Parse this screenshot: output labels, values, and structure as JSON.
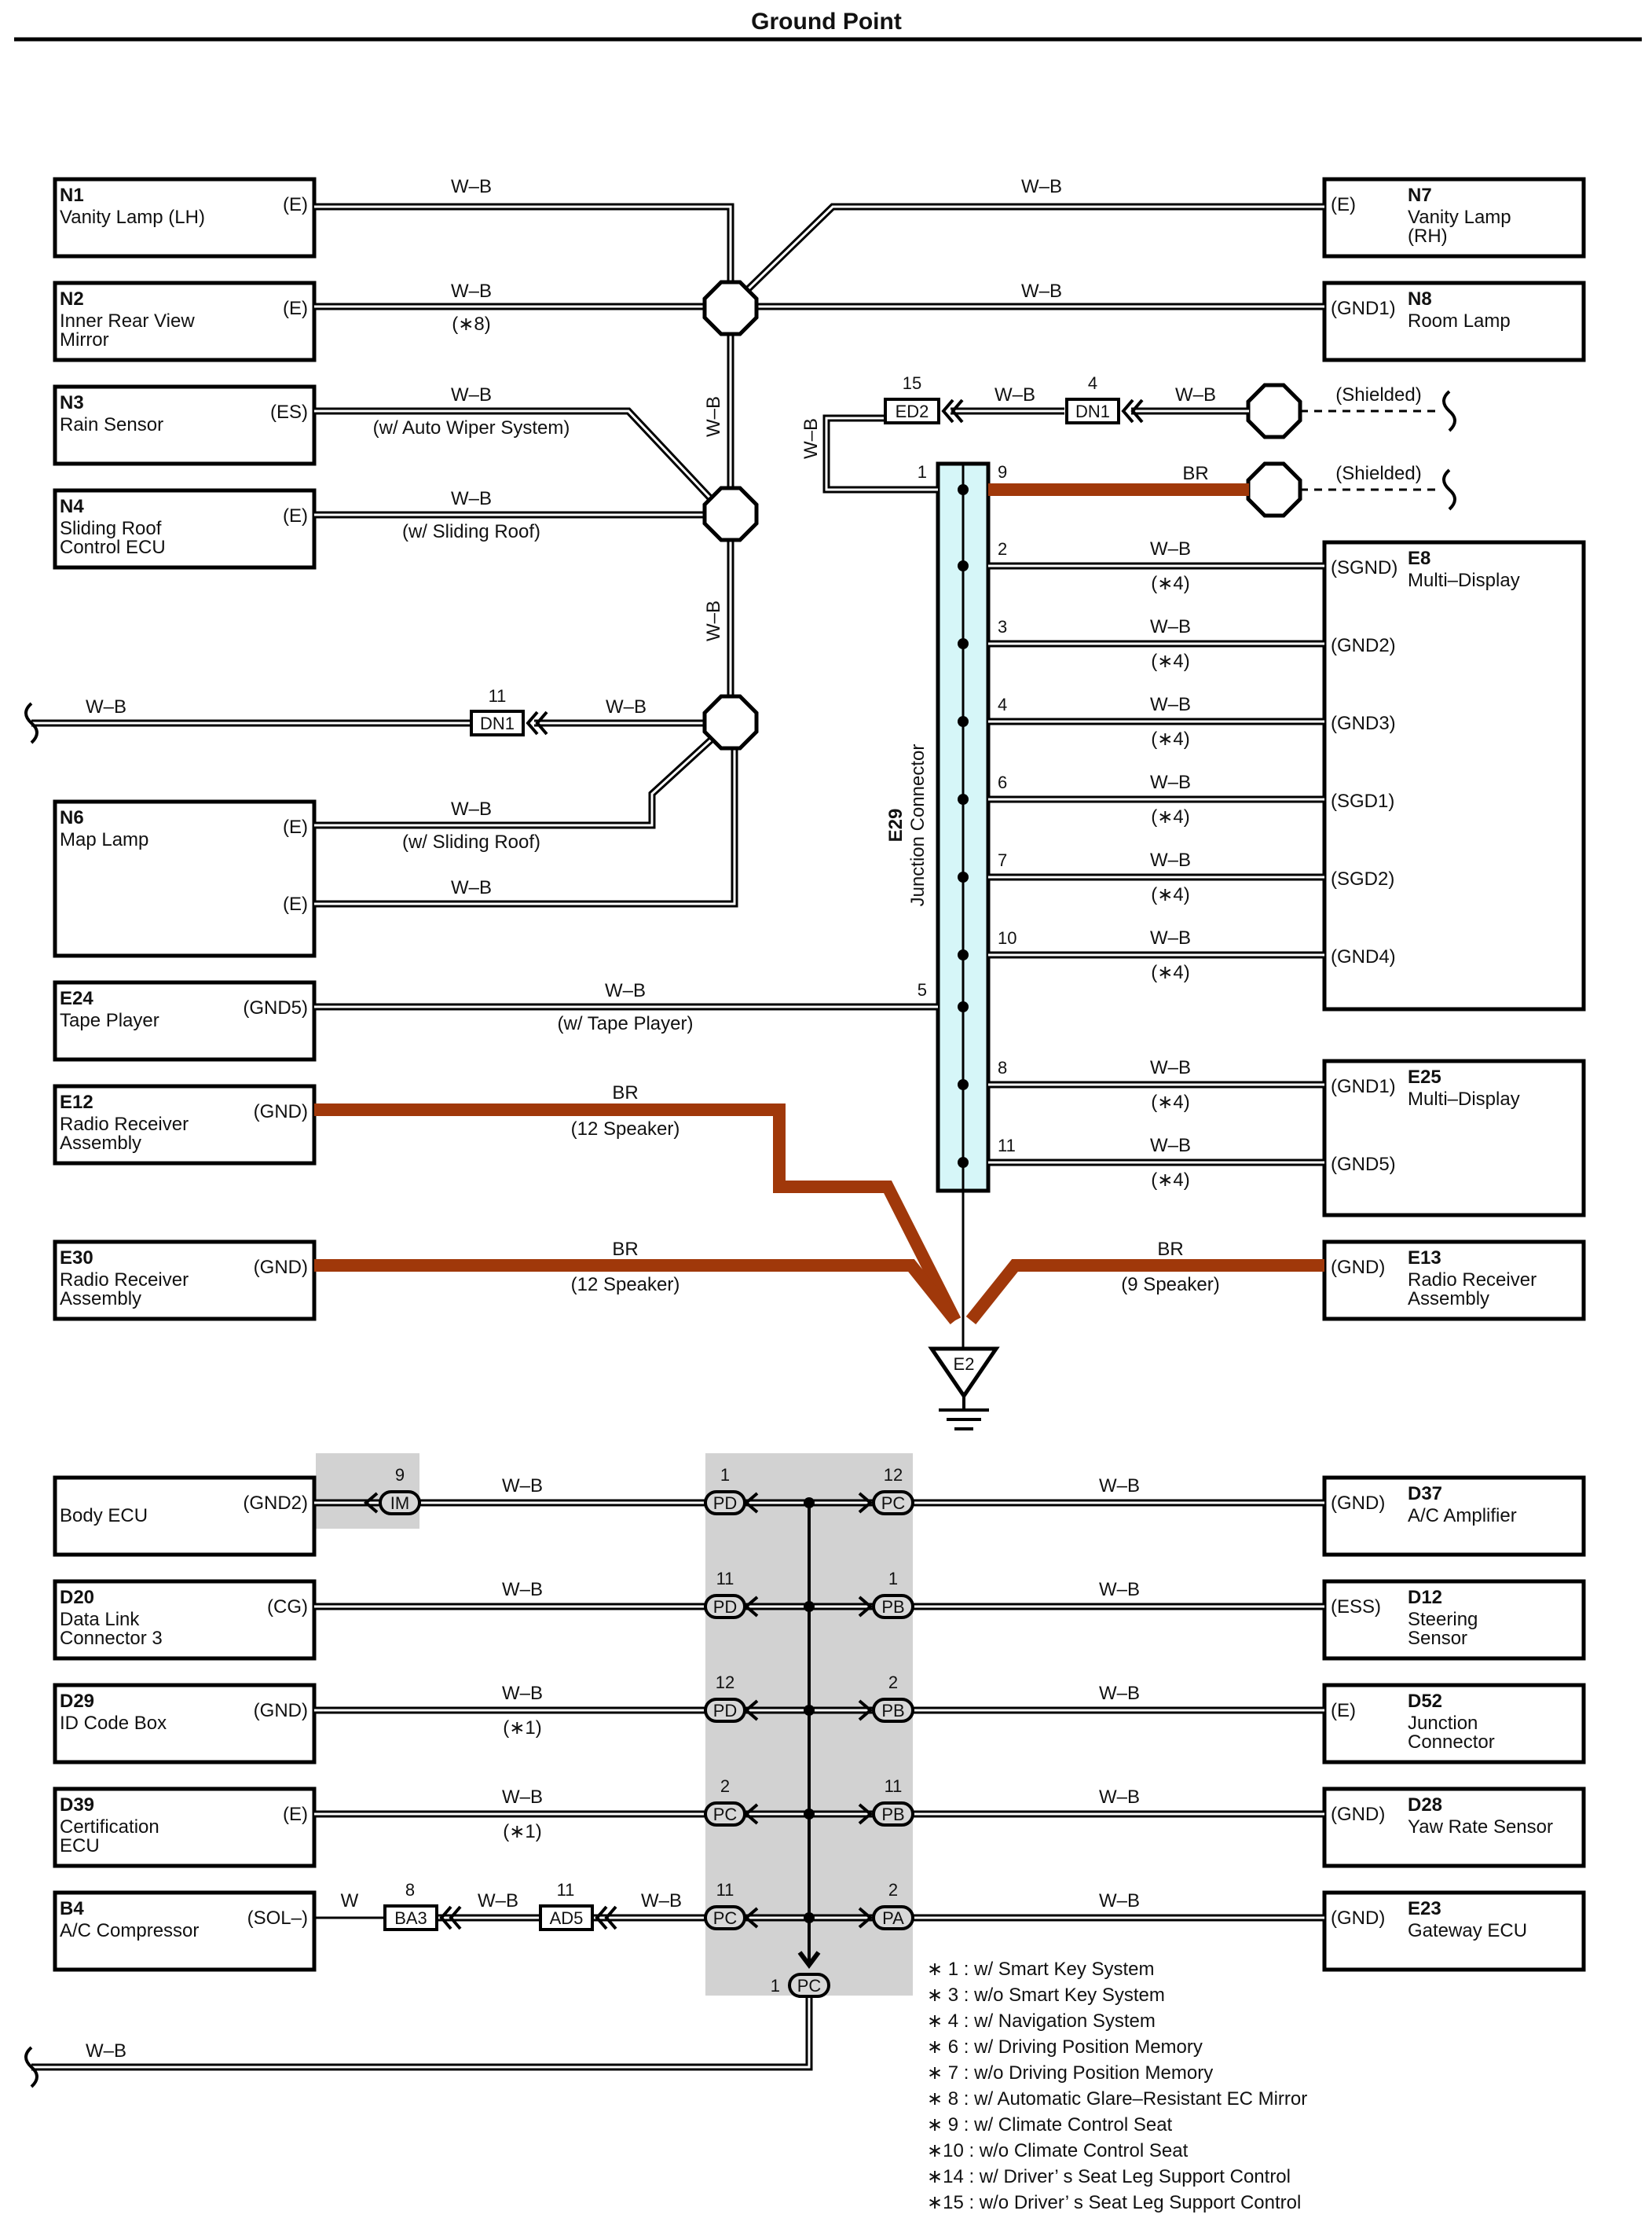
{
  "title": "Ground Point",
  "components": {
    "N1": {
      "code": "N1",
      "lines": [
        "Vanity Lamp (LH)"
      ],
      "term": "(E)"
    },
    "N2": {
      "code": "N2",
      "lines": [
        "Inner Rear View",
        "Mirror"
      ],
      "term": "(E)"
    },
    "N3": {
      "code": "N3",
      "lines": [
        "Rain Sensor"
      ],
      "term": "(ES)"
    },
    "N4": {
      "code": "N4",
      "lines": [
        "Sliding Roof",
        "Control ECU"
      ],
      "term": "(E)"
    },
    "N6": {
      "code": "N6",
      "lines": [
        "Map Lamp"
      ],
      "term": "(E)"
    },
    "E24": {
      "code": "E24",
      "lines": [
        "Tape Player"
      ],
      "term": "(GND5)"
    },
    "E12": {
      "code": "E12",
      "lines": [
        "Radio Receiver",
        "Assembly"
      ],
      "term": "(GND)"
    },
    "E30": {
      "code": "E30",
      "lines": [
        "Radio Receiver",
        "Assembly"
      ],
      "term": "(GND)"
    },
    "N7": {
      "code": "N7",
      "lines": [
        "Vanity Lamp",
        "(RH)"
      ],
      "term": "(E)"
    },
    "N8": {
      "code": "N8",
      "lines": [
        "Room Lamp"
      ],
      "term": "(GND1)"
    },
    "E8": {
      "code": "E8",
      "lines": [
        "Multi–Display"
      ],
      "terms": [
        "(SGND)",
        "(GND2)",
        "(GND3)",
        "(SGD1)",
        "(SGD2)",
        "(GND4)"
      ]
    },
    "E25": {
      "code": "E25",
      "lines": [
        "Multi–Display"
      ],
      "terms": [
        "(GND1)",
        "(GND5)"
      ]
    },
    "E13": {
      "code": "E13",
      "lines": [
        "Radio Receiver",
        "Assembly"
      ],
      "term": "(GND)"
    },
    "BODY": {
      "code": "",
      "lines": [
        "Body ECU"
      ],
      "term": "(GND2)"
    },
    "D20": {
      "code": "D20",
      "lines": [
        "Data Link",
        "Connector 3"
      ],
      "term": "(CG)"
    },
    "D29": {
      "code": "D29",
      "lines": [
        "ID Code Box"
      ],
      "term": "(GND)"
    },
    "D39": {
      "code": "D39",
      "lines": [
        "Certification",
        "ECU"
      ],
      "term": "(E)"
    },
    "B4": {
      "code": "B4",
      "lines": [
        "A/C Compressor"
      ],
      "term": "(SOL–)"
    },
    "D37": {
      "code": "D37",
      "lines": [
        "A/C Amplifier"
      ],
      "term": "(GND)"
    },
    "D12": {
      "code": "D12",
      "lines": [
        "Steering",
        "Sensor"
      ],
      "term": "(ESS)"
    },
    "D52": {
      "code": "D52",
      "lines": [
        "Junction",
        "Connector"
      ],
      "term": "(E)"
    },
    "D28": {
      "code": "D28",
      "lines": [
        "Yaw Rate Sensor"
      ],
      "term": "(GND)"
    },
    "E23": {
      "code": "E23",
      "lines": [
        "Gateway ECU"
      ],
      "term": "(GND)"
    }
  },
  "wire": {
    "wb": "W–B",
    "br": "BR",
    "w": "W"
  },
  "conditions": {
    "s8": "(∗8)",
    "auto_wiper": "(w/ Auto Wiper System)",
    "sliding_roof": "(w/ Sliding Roof)",
    "tape_player": "(w/ Tape Player)",
    "spk12": "(12 Speaker)",
    "spk9": "(9 Speaker)",
    "s4": "(∗4)",
    "s1": "(∗1)",
    "shielded": "(Shielded)"
  },
  "junction": {
    "code": "E29",
    "name": "Junction Connector"
  },
  "ground_label": "E2",
  "connectors": {
    "ed2": "ED2",
    "dn1": "DN1",
    "im": "IM",
    "pd": "PD",
    "pc": "PC",
    "pb": "PB",
    "pa": "PA",
    "ba3": "BA3",
    "ad5": "AD5"
  },
  "pins": {
    "ed2": "15",
    "dn1_top": "4",
    "dn1_mid": "11",
    "j_left": "1",
    "j_right": "9",
    "j2": "2",
    "j3": "3",
    "j4": "4",
    "j6": "6",
    "j7": "7",
    "j10": "10",
    "j5": "5",
    "j8": "8",
    "j11": "11",
    "im": "9",
    "pd1": "1",
    "pc12": "12",
    "pd11": "11",
    "pb1": "1",
    "pd12": "12",
    "pb2": "2",
    "pc2": "2",
    "pb11": "11",
    "pc11": "11",
    "pa2": "2",
    "ba3": "8",
    "ad5": "11",
    "pc1": "1"
  },
  "notes": [
    "∗ 1 : w/ Smart Key System",
    "∗ 3 : w/o Smart Key System",
    "∗ 4 : w/ Navigation System",
    "∗ 6 : w/ Driving Position Memory",
    "∗ 7 : w/o Driving Position Memory",
    "∗ 8 : w/ Automatic Glare–Resistant EC Mirror",
    "∗ 9 : w/ Climate Control Seat",
    "∗10 : w/o Climate Control Seat",
    "∗14 : w/ Driver’ s Seat Leg Support Control",
    "∗15 : w/o Driver’ s Seat Leg Support Control"
  ],
  "colors": {
    "br_wire": "#a0380a",
    "junction_fill": "#d6f6f8",
    "shade": "#d2d2d2"
  }
}
